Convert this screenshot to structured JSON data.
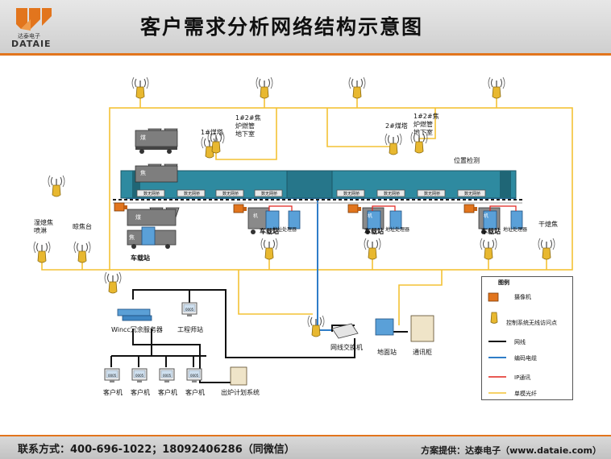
{
  "header": {
    "title": "客户需求分析网络结构示意图",
    "brand_cn": "达泰电子",
    "brand_en": "DATAIE"
  },
  "footer": {
    "contact": "联系方式：400-696-1022；18092406286（同微信）",
    "credit": "方案提供：达泰电子（www.dataie.com）"
  },
  "diagram": {
    "coal_tower_1": "1#煤塔",
    "coal_tower_2": "2#煤塔",
    "basement_1": [
      "1#2#焦",
      "炉燃管",
      "地下室"
    ],
    "basement_2": [
      "1#2#焦",
      "炉燃管",
      "地下室"
    ],
    "position_detect": "位置检测",
    "wet_quench": [
      "湿熄焦",
      "喷淋"
    ],
    "coke_platform": "晾焦台",
    "dry_quench": "干熄焦",
    "car_station": "车载站",
    "processor": "地址处理器",
    "coal_car": "煤",
    "coke_car": "焦",
    "machine": "机",
    "wireless_bridge": "数无网桥",
    "server": "Wincc冗余服务器",
    "engineer": "工程师站",
    "switch": "网线交换机",
    "ground_station": "地面站",
    "cabinet": "通讯柜",
    "plan_system": "出炉计划系统",
    "client": "客户机",
    "monitor_text": "0005"
  },
  "legend": {
    "title": "图例",
    "camera": "摄像机",
    "wireless": "控制系统无线访问点",
    "network": "网线",
    "coded_cable": "编码电缆",
    "ip": "IP通讯",
    "fiber": "单模光纤"
  },
  "colors": {
    "fiber": "#f3c235",
    "coded_cable": "#2f7dc8",
    "network": "#111111",
    "ip": "#e0231c",
    "accent": "#e2751d",
    "rail": "#2e8aa0"
  }
}
